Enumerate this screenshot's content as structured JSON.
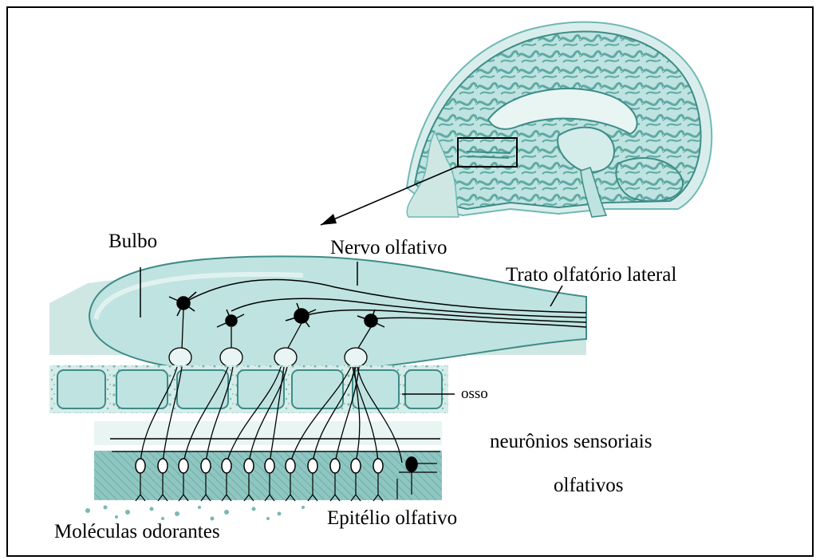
{
  "labels": {
    "bulbo": "Bulbo",
    "nervo": "Nervo olfativo",
    "trato": "Trato olfatório lateral",
    "osso": "osso",
    "neuronios_1": "neurônios sensoriais",
    "neuronios_2": "olfativos",
    "epitelio": "Epitélio olfativo",
    "moleculas": "Moléculas odorantes"
  },
  "colors": {
    "tissue": "#bfe3e0",
    "tissue_dark": "#6fb9b4",
    "tissue_line": "#3d8c87",
    "bone": "#cfe7e3",
    "ink": "#000000"
  }
}
